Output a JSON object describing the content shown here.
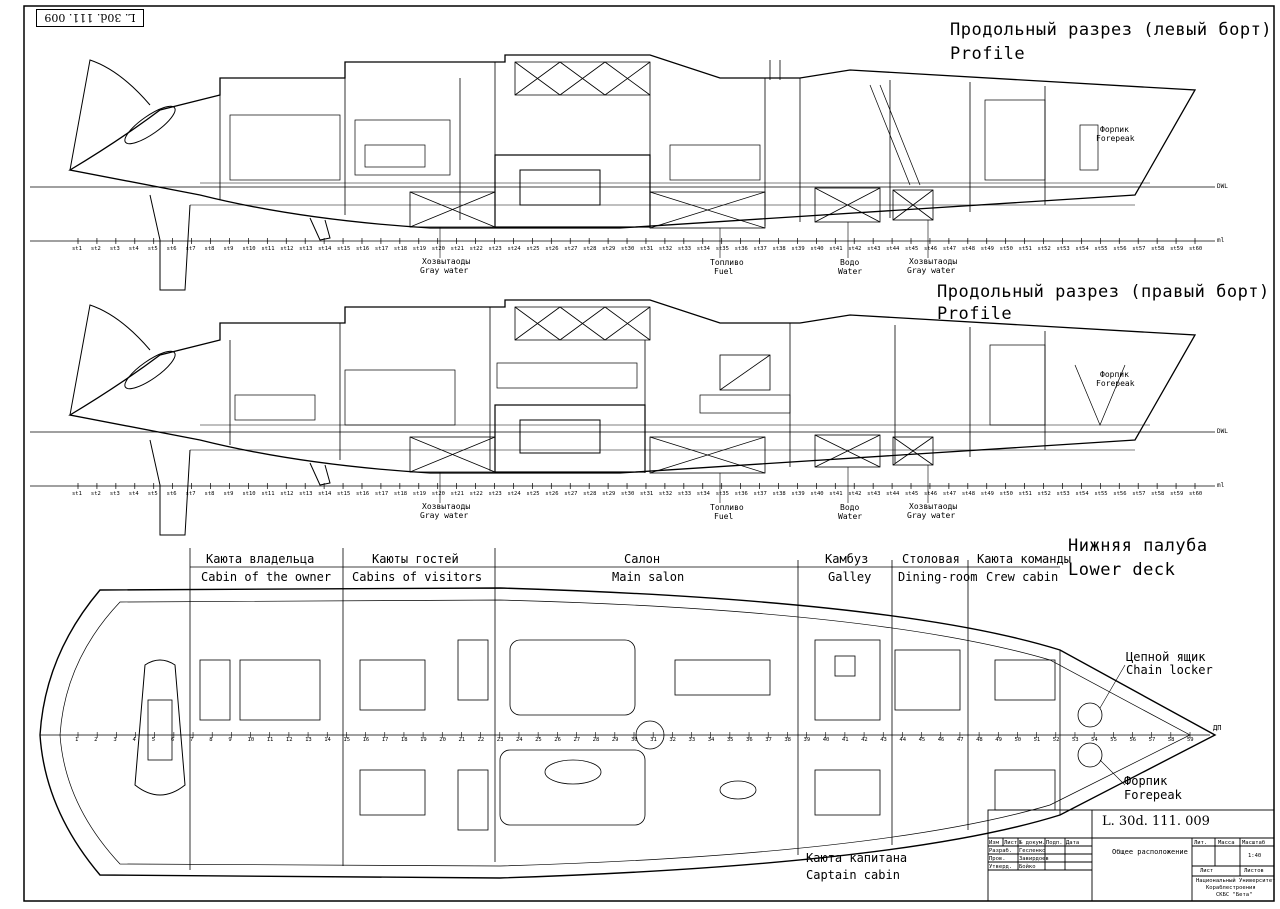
{
  "stamp": "L. 30d. 111. 009",
  "profile_left": {
    "title_ru": "Продольный разрез (левый борт)",
    "title_en": "Profile",
    "forepeak_ru": "Форпик",
    "forepeak_en": "Forepeak",
    "gray_ru": "Хозвытаоды",
    "gray_en": "Gray water",
    "fuel_ru": "Топливо",
    "fuel_en": "Fuel",
    "water_ru": "Водо",
    "water_en": "Water",
    "gray2_ru": "Хозвытаоды",
    "gray2_en": "Gray water",
    "dwl": "DWL",
    "ml": "ml"
  },
  "profile_right": {
    "title_ru": "Продольный разрез (правый борт)",
    "title_en": "Profile",
    "forepeak_ru": "Форпик",
    "forepeak_en": "Forepeak",
    "gray_ru": "Хозвытаоды",
    "gray_en": "Gray water",
    "fuel_ru": "Топливо",
    "fuel_en": "Fuel",
    "water_ru": "Водо",
    "water_en": "Water",
    "gray2_ru": "Хозвытаоды",
    "gray2_en": "Gray water",
    "dwl": "DWL",
    "ml": "ml"
  },
  "stations": [
    "st1",
    "st2",
    "st3",
    "st4",
    "st5",
    "st6",
    "st7",
    "st8",
    "st9",
    "st10",
    "st11",
    "st12",
    "st13",
    "st14",
    "st15",
    "st16",
    "st17",
    "st18",
    "st19",
    "st20",
    "st21",
    "st22",
    "st23",
    "st24",
    "st25",
    "st26",
    "st27",
    "st28",
    "st29",
    "st30",
    "st31",
    "st32",
    "st33",
    "st34",
    "st35",
    "st36",
    "st37",
    "st38",
    "st39",
    "st40",
    "st41",
    "st42",
    "st43",
    "st44",
    "st45",
    "st46",
    "st47",
    "st48",
    "st49",
    "st50",
    "st51",
    "st52",
    "st53",
    "st54",
    "st55",
    "st56",
    "st57",
    "st58",
    "st59",
    "st60"
  ],
  "deck": {
    "title_ru": "Нижняя палуба",
    "title_en": "Lower deck",
    "owner_ru": "Каюта владельца",
    "owner_en": "Cabin of the owner",
    "visitors_ru": "Каюты гостей",
    "visitors_en": "Cabins of visitors",
    "salon_ru": "Салон",
    "salon_en": "Main salon",
    "galley_ru": "Камбуз",
    "galley_en": "Galley",
    "dining_ru": "Столовая",
    "dining_en": "Dining-room",
    "crew_ru": "Каюта команды",
    "crew_en": "Crew cabin",
    "chain_ru": "Цепной ящик",
    "chain_en": "Chain locker",
    "forepeak_ru": "Форпик",
    "forepeak_en": "Forepeak",
    "captain_ru": "Каюта капитана",
    "captain_en": "Captain cabin",
    "dp": "ДП",
    "frame_numbers": [
      "1",
      "2",
      "3",
      "4",
      "5",
      "6",
      "7",
      "8",
      "9",
      "10",
      "11",
      "12",
      "13",
      "14",
      "15",
      "16",
      "17",
      "18",
      "19",
      "20",
      "21",
      "22",
      "23",
      "24",
      "25",
      "26",
      "27",
      "28",
      "29",
      "30",
      "31",
      "32",
      "33",
      "34",
      "35",
      "36",
      "37",
      "38",
      "39",
      "40",
      "41",
      "42",
      "43",
      "44",
      "45",
      "46",
      "47",
      "48",
      "49",
      "50",
      "51",
      "52",
      "53",
      "54",
      "55",
      "56",
      "57",
      "58",
      "59"
    ]
  },
  "title_block": {
    "code": "L. 30d. 111. 009",
    "doc_title": "Общее расположение",
    "header_cells": [
      "Изм",
      "Лист",
      "№ докум.",
      "Подп.",
      "Дата"
    ],
    "role_rows": [
      [
        "Разраб.",
        "Гесленко"
      ],
      [
        "Пров.",
        "Завирдоев"
      ],
      [
        "Утверд.",
        "Бойко"
      ]
    ],
    "right_headers": [
      "Лит.",
      "Масса",
      "Масштаб"
    ],
    "scale": "1:40",
    "sheet": "Лист",
    "sheets": "Листов",
    "org_line1": "Национальный Университет",
    "org_line2": "Кораблестроения",
    "org_line3": "СКБС \"Бета\""
  }
}
